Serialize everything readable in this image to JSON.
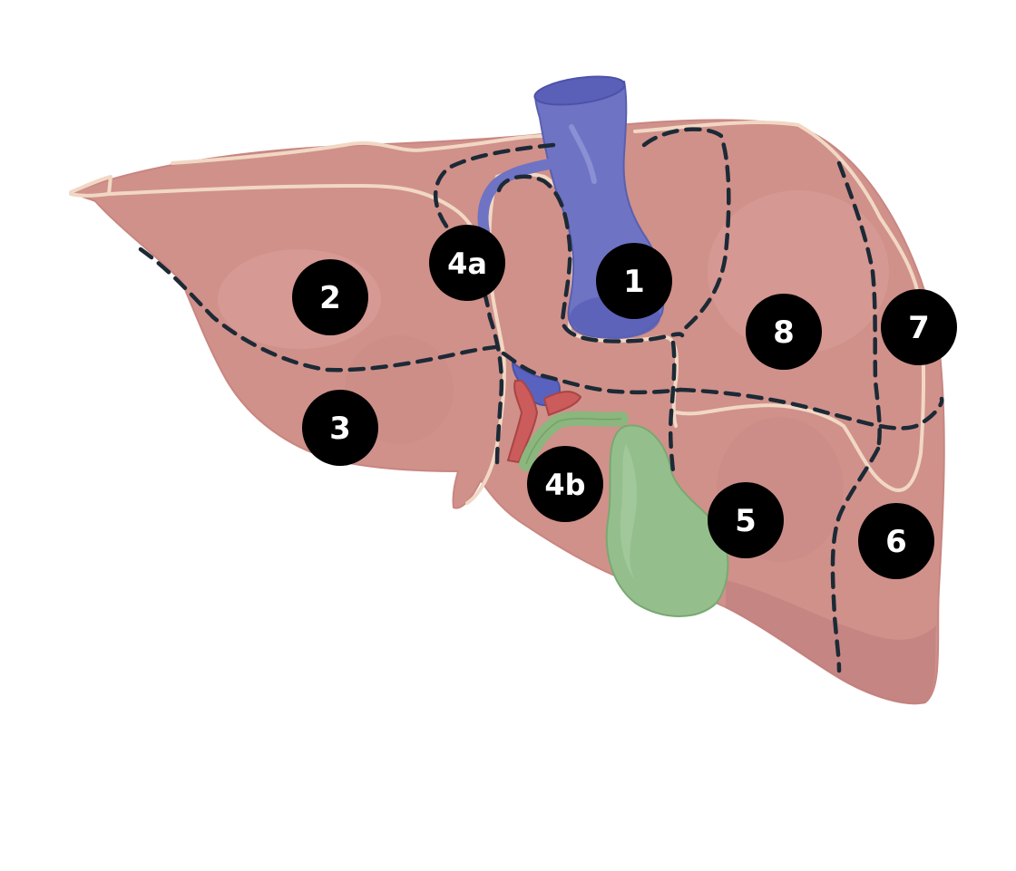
{
  "diagram": {
    "segments": [
      {
        "id": "s1",
        "label": "1"
      },
      {
        "id": "s2",
        "label": "2"
      },
      {
        "id": "s3",
        "label": "3"
      },
      {
        "id": "s4a",
        "label": "4a"
      },
      {
        "id": "s4b",
        "label": "4b"
      },
      {
        "id": "s5",
        "label": "5"
      },
      {
        "id": "s6",
        "label": "6"
      },
      {
        "id": "s7",
        "label": "7"
      },
      {
        "id": "s8",
        "label": "8"
      }
    ],
    "colors": {
      "liver": "#d0918a",
      "liver_shadow": "#b9787a",
      "liver_highlight": "#dda29b",
      "ligament": "#f1d8c4",
      "vena_cava": "#6f73c4",
      "portal_vein": "#5a62c0",
      "hepatic_artery": "#cc5b5b",
      "bile_duct": "#8bb67e",
      "gallbladder": "#94bf8c",
      "segment_border": "#1c2a36",
      "label_circle": "#000000",
      "label_text": "#ffffff"
    }
  }
}
